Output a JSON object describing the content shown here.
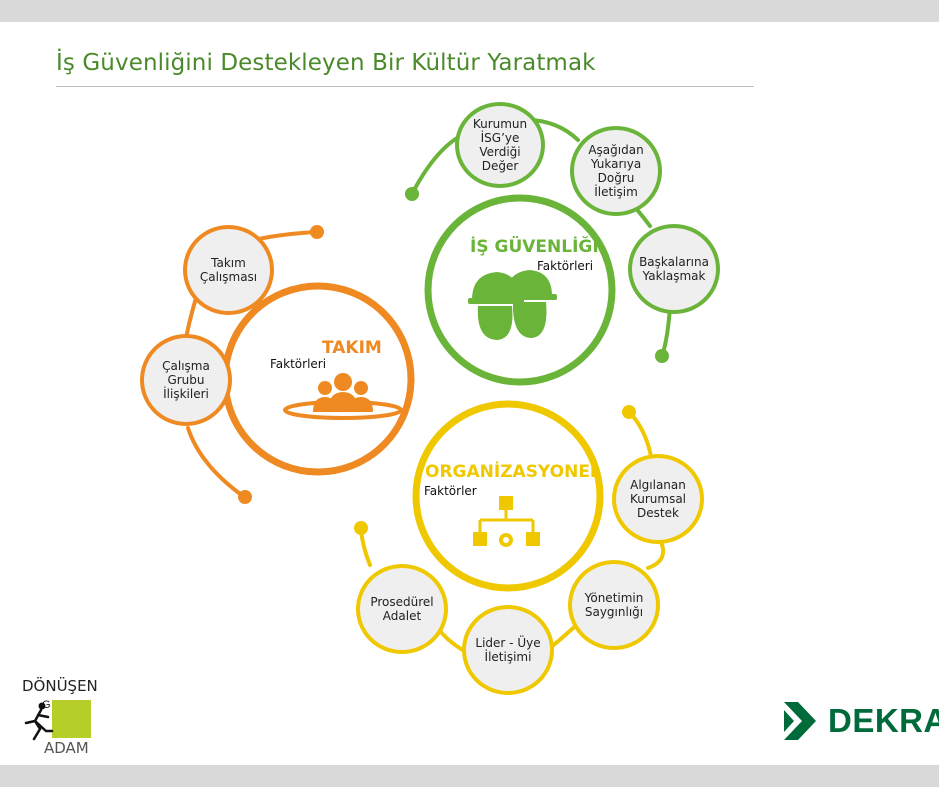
{
  "title": "İş Güvenliğini Destekleyen Bir Kültür Yaratmak",
  "colors": {
    "green": "#6ab43a",
    "orange": "#ef8a22",
    "yellow": "#efc800",
    "title": "#4a8a2a",
    "dekra": "#006b3a",
    "bubble_fill": "#efefef"
  },
  "is_guvenligi": {
    "title": "İŞ GÜVENLİĞİ",
    "subtitle": "Faktörleri",
    "icon": "hard-hats-icon",
    "bubbles": [
      "Kurumun\nİSG’ye\nVerdiği\nDeğer",
      "Aşağıdan\nYukarıya\nDoğru İletişim",
      "Başkalarına\nYaklaşmak"
    ]
  },
  "takim": {
    "title": "TAKIM",
    "subtitle": "Faktörleri",
    "icon": "team-people-icon",
    "bubbles": [
      "Takım\nÇalışması",
      "Çalışma\nGrubu\nİlişkileri"
    ]
  },
  "organizasyonel": {
    "title": "ORGANİZASYONEL",
    "subtitle": "Faktörler",
    "icon": "org-chart-icon",
    "bubbles": [
      "Algılanan\nKurumsal\nDestek",
      "Yönetimin\nSaygınlığı",
      "Lider - Üye\nİletişimi",
      "Prosedürel\nAdalet"
    ]
  },
  "logo_left": {
    "top": "DÖNÜŞEN",
    "mark": "G",
    "bottom": "ADAM"
  },
  "logo_right": {
    "text": "DEKRA",
    "icon": "dekra-arrow-icon"
  }
}
